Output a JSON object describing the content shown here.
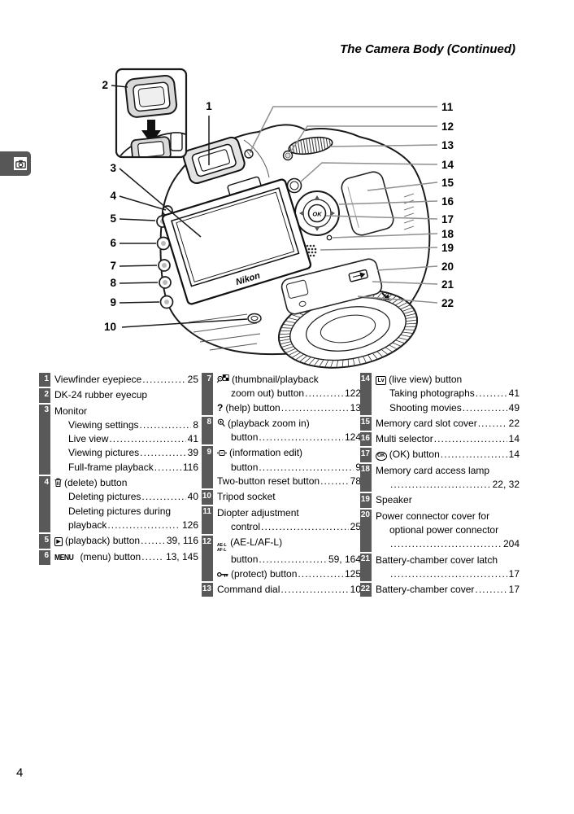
{
  "page": {
    "title": "The Camera Body (Continued)",
    "number": "4"
  },
  "icons": {
    "playback": "▶",
    "menu": "MENU",
    "help": "?",
    "live_view": "Lv",
    "ok": "OK",
    "ae_l": "AE-L",
    "af_l": "AF-L",
    "nikon": "Nikon"
  },
  "diagram": {
    "callouts": [
      "1",
      "2",
      "3",
      "4",
      "5",
      "6",
      "7",
      "8",
      "9",
      "10",
      "11",
      "12",
      "13",
      "14",
      "15",
      "16",
      "17",
      "18",
      "19",
      "20",
      "21",
      "22"
    ]
  },
  "legend": {
    "columns": [
      {
        "entries": [
          {
            "num": "1",
            "lines": [
              {
                "ind": 0,
                "text": "Viewfinder eyepiece",
                "page": "25"
              }
            ]
          },
          {
            "num": "2",
            "lines": [
              {
                "ind": 0,
                "text": "DK-24 rubber eyecup"
              }
            ]
          },
          {
            "num": "3",
            "lines": [
              {
                "ind": 0,
                "text": "Monitor"
              },
              {
                "ind": 1,
                "text": "Viewing settings",
                "page": "8"
              },
              {
                "ind": 1,
                "text": "Live view",
                "page": "41"
              },
              {
                "ind": 1,
                "text": "Viewing pictures",
                "page": "39"
              },
              {
                "ind": 1,
                "text": "Full-frame playback",
                "page": "116"
              }
            ]
          },
          {
            "num": "4",
            "lines": [
              {
                "ind": 0,
                "icon": "delete",
                "text": "(delete) button"
              },
              {
                "ind": 1,
                "text": "Deleting pictures",
                "page": "40"
              },
              {
                "ind": 1,
                "text": "Deleting pictures during"
              },
              {
                "ind": 1,
                "text": "playback",
                "page": "126"
              }
            ]
          },
          {
            "num": "5",
            "lines": [
              {
                "ind": 0,
                "icon": "playback",
                "text": "(playback) button",
                "page": "39, 116"
              }
            ]
          },
          {
            "num": "6",
            "lines": [
              {
                "ind": 0,
                "icon": "menu",
                "text": "(menu) button",
                "page": "13, 145"
              }
            ]
          }
        ]
      },
      {
        "entries": [
          {
            "num": "7",
            "lines": [
              {
                "ind": 0,
                "icon": "thumbnail",
                "text": "(thumbnail/playback"
              },
              {
                "ind": 1,
                "text": "zoom out) button",
                "page": "122"
              },
              {
                "ind": 0,
                "icon": "help",
                "text": "(help) button",
                "page": "13"
              }
            ]
          },
          {
            "num": "8",
            "lines": [
              {
                "ind": 0,
                "icon": "zoom-in",
                "text": "(playback zoom in)"
              },
              {
                "ind": 1,
                "text": "button",
                "page": "124"
              }
            ]
          },
          {
            "num": "9",
            "lines": [
              {
                "ind": 0,
                "icon": "info-edit",
                "text": "(information edit)"
              },
              {
                "ind": 1,
                "text": "button",
                "page": "9"
              },
              {
                "ind": 0,
                "text": "Two-button reset button",
                "page": "78"
              }
            ]
          },
          {
            "num": "10",
            "lines": [
              {
                "ind": 0,
                "text": "Tripod socket"
              }
            ]
          },
          {
            "num": "11",
            "lines": [
              {
                "ind": 0,
                "text": "Diopter adjustment"
              },
              {
                "ind": 1,
                "text": "control",
                "page": "25"
              }
            ]
          },
          {
            "num": "12",
            "lines": [
              {
                "ind": 0,
                "icon": "ae-l-af-l",
                "text": "(AE-L/AF-L)"
              },
              {
                "ind": 1,
                "text": "button",
                "page": "59, 164"
              },
              {
                "ind": 0,
                "icon": "protect",
                "text": "(protect) button",
                "page": "125"
              }
            ]
          },
          {
            "num": "13",
            "lines": [
              {
                "ind": 0,
                "text": "Command dial",
                "page": "10"
              }
            ]
          }
        ]
      },
      {
        "entries": [
          {
            "num": "14",
            "lines": [
              {
                "ind": 0,
                "icon": "live-view",
                "text": "(live view) button"
              },
              {
                "ind": 1,
                "text": "Taking photographs",
                "page": "41"
              },
              {
                "ind": 1,
                "text": "Shooting movies",
                "page": "49"
              }
            ]
          },
          {
            "num": "15",
            "lines": [
              {
                "ind": 0,
                "text": "Memory card slot cover",
                "page": "22"
              }
            ]
          },
          {
            "num": "16",
            "lines": [
              {
                "ind": 0,
                "text": "Multi selector",
                "page": "14"
              }
            ]
          },
          {
            "num": "17",
            "lines": [
              {
                "ind": 0,
                "icon": "ok",
                "text": "(OK) button",
                "page": "14"
              }
            ]
          },
          {
            "num": "18",
            "lines": [
              {
                "ind": 0,
                "text": "Memory card access lamp"
              },
              {
                "ind": 1,
                "text": "",
                "page": "22, 32"
              }
            ]
          },
          {
            "num": "19",
            "lines": [
              {
                "ind": 0,
                "text": "Speaker"
              }
            ]
          },
          {
            "num": "20",
            "lines": [
              {
                "ind": 0,
                "text": "Power connector cover for"
              },
              {
                "ind": 1,
                "text": "optional power connector"
              },
              {
                "ind": 1,
                "text": "",
                "page": "204"
              }
            ]
          },
          {
            "num": "21",
            "lines": [
              {
                "ind": 0,
                "text": "Battery-chamber cover latch"
              },
              {
                "ind": 1,
                "text": "",
                "page": "17"
              }
            ]
          },
          {
            "num": "22",
            "lines": [
              {
                "ind": 0,
                "text": "Battery-chamber cover",
                "page": "17"
              }
            ]
          }
        ]
      }
    ]
  }
}
